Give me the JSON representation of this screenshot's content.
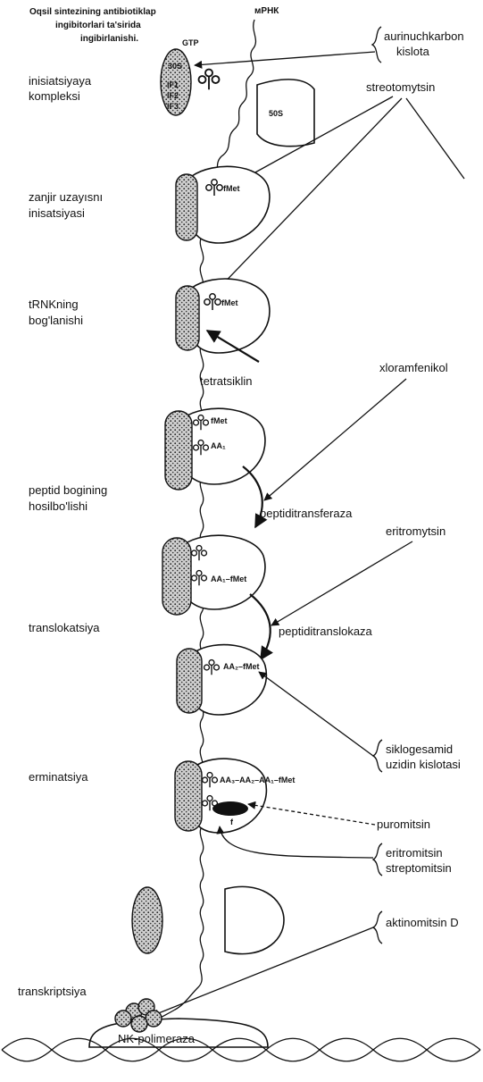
{
  "title": {
    "line1": "Oqsil sintezining antibiotiklap",
    "line2": "ingibitorlari ta'sirida",
    "line3": "ingibirlanishi."
  },
  "mrna_label": "мРНК",
  "stages": {
    "initiation_complex": [
      "inisiatsiyaya",
      "kompleksi"
    ],
    "chain_initiation": [
      "zanjir uzayısnı",
      "inisatsiyasi"
    ],
    "trna_binding": [
      "tRNKning",
      "bog'lanishi"
    ],
    "peptide_bond": [
      "peptid bogining",
      "hosilbo'lishi"
    ],
    "translocation": [
      "translokatsiya"
    ],
    "termination": [
      "erminatsiya"
    ],
    "transcription": [
      "transkriptsiya"
    ]
  },
  "drugs": {
    "aurintricarboxylic": [
      "aurinuchkarbon",
      "kislota"
    ],
    "streptomycin": "streotomytsin",
    "tetracycline": "tetratsiklin",
    "chloramphenicol": "xloramfenikol",
    "erythromycin": "eritromytsin",
    "cycloheximide": [
      "siklogesamid",
      "uzidin kislotasi"
    ],
    "puromycin": "puromitsin",
    "erythro_strepto": [
      "eritromitsin",
      "streptomitsin"
    ],
    "actinomycin": "aktinomitsin D"
  },
  "enzymes": {
    "peptidyltransferase": "peptiditransferaza",
    "peptidyltranslocase": "peptiditranslokaza",
    "rna_polymerase": "NK-polimeraza"
  },
  "molecule_labels": {
    "gtp": "GTP",
    "s30": "30S",
    "if1": "IF1",
    "if2": "IF2",
    "if3": "IF3",
    "s50": "50S",
    "fmet": "fMet",
    "aa1": "AA₁",
    "aa1_fmet": "AA₁–fMet",
    "aa2_fmet": "AA₂–fMet",
    "chain": "AA₃–AA₂–AA₁–fMet",
    "f": "f"
  }
}
